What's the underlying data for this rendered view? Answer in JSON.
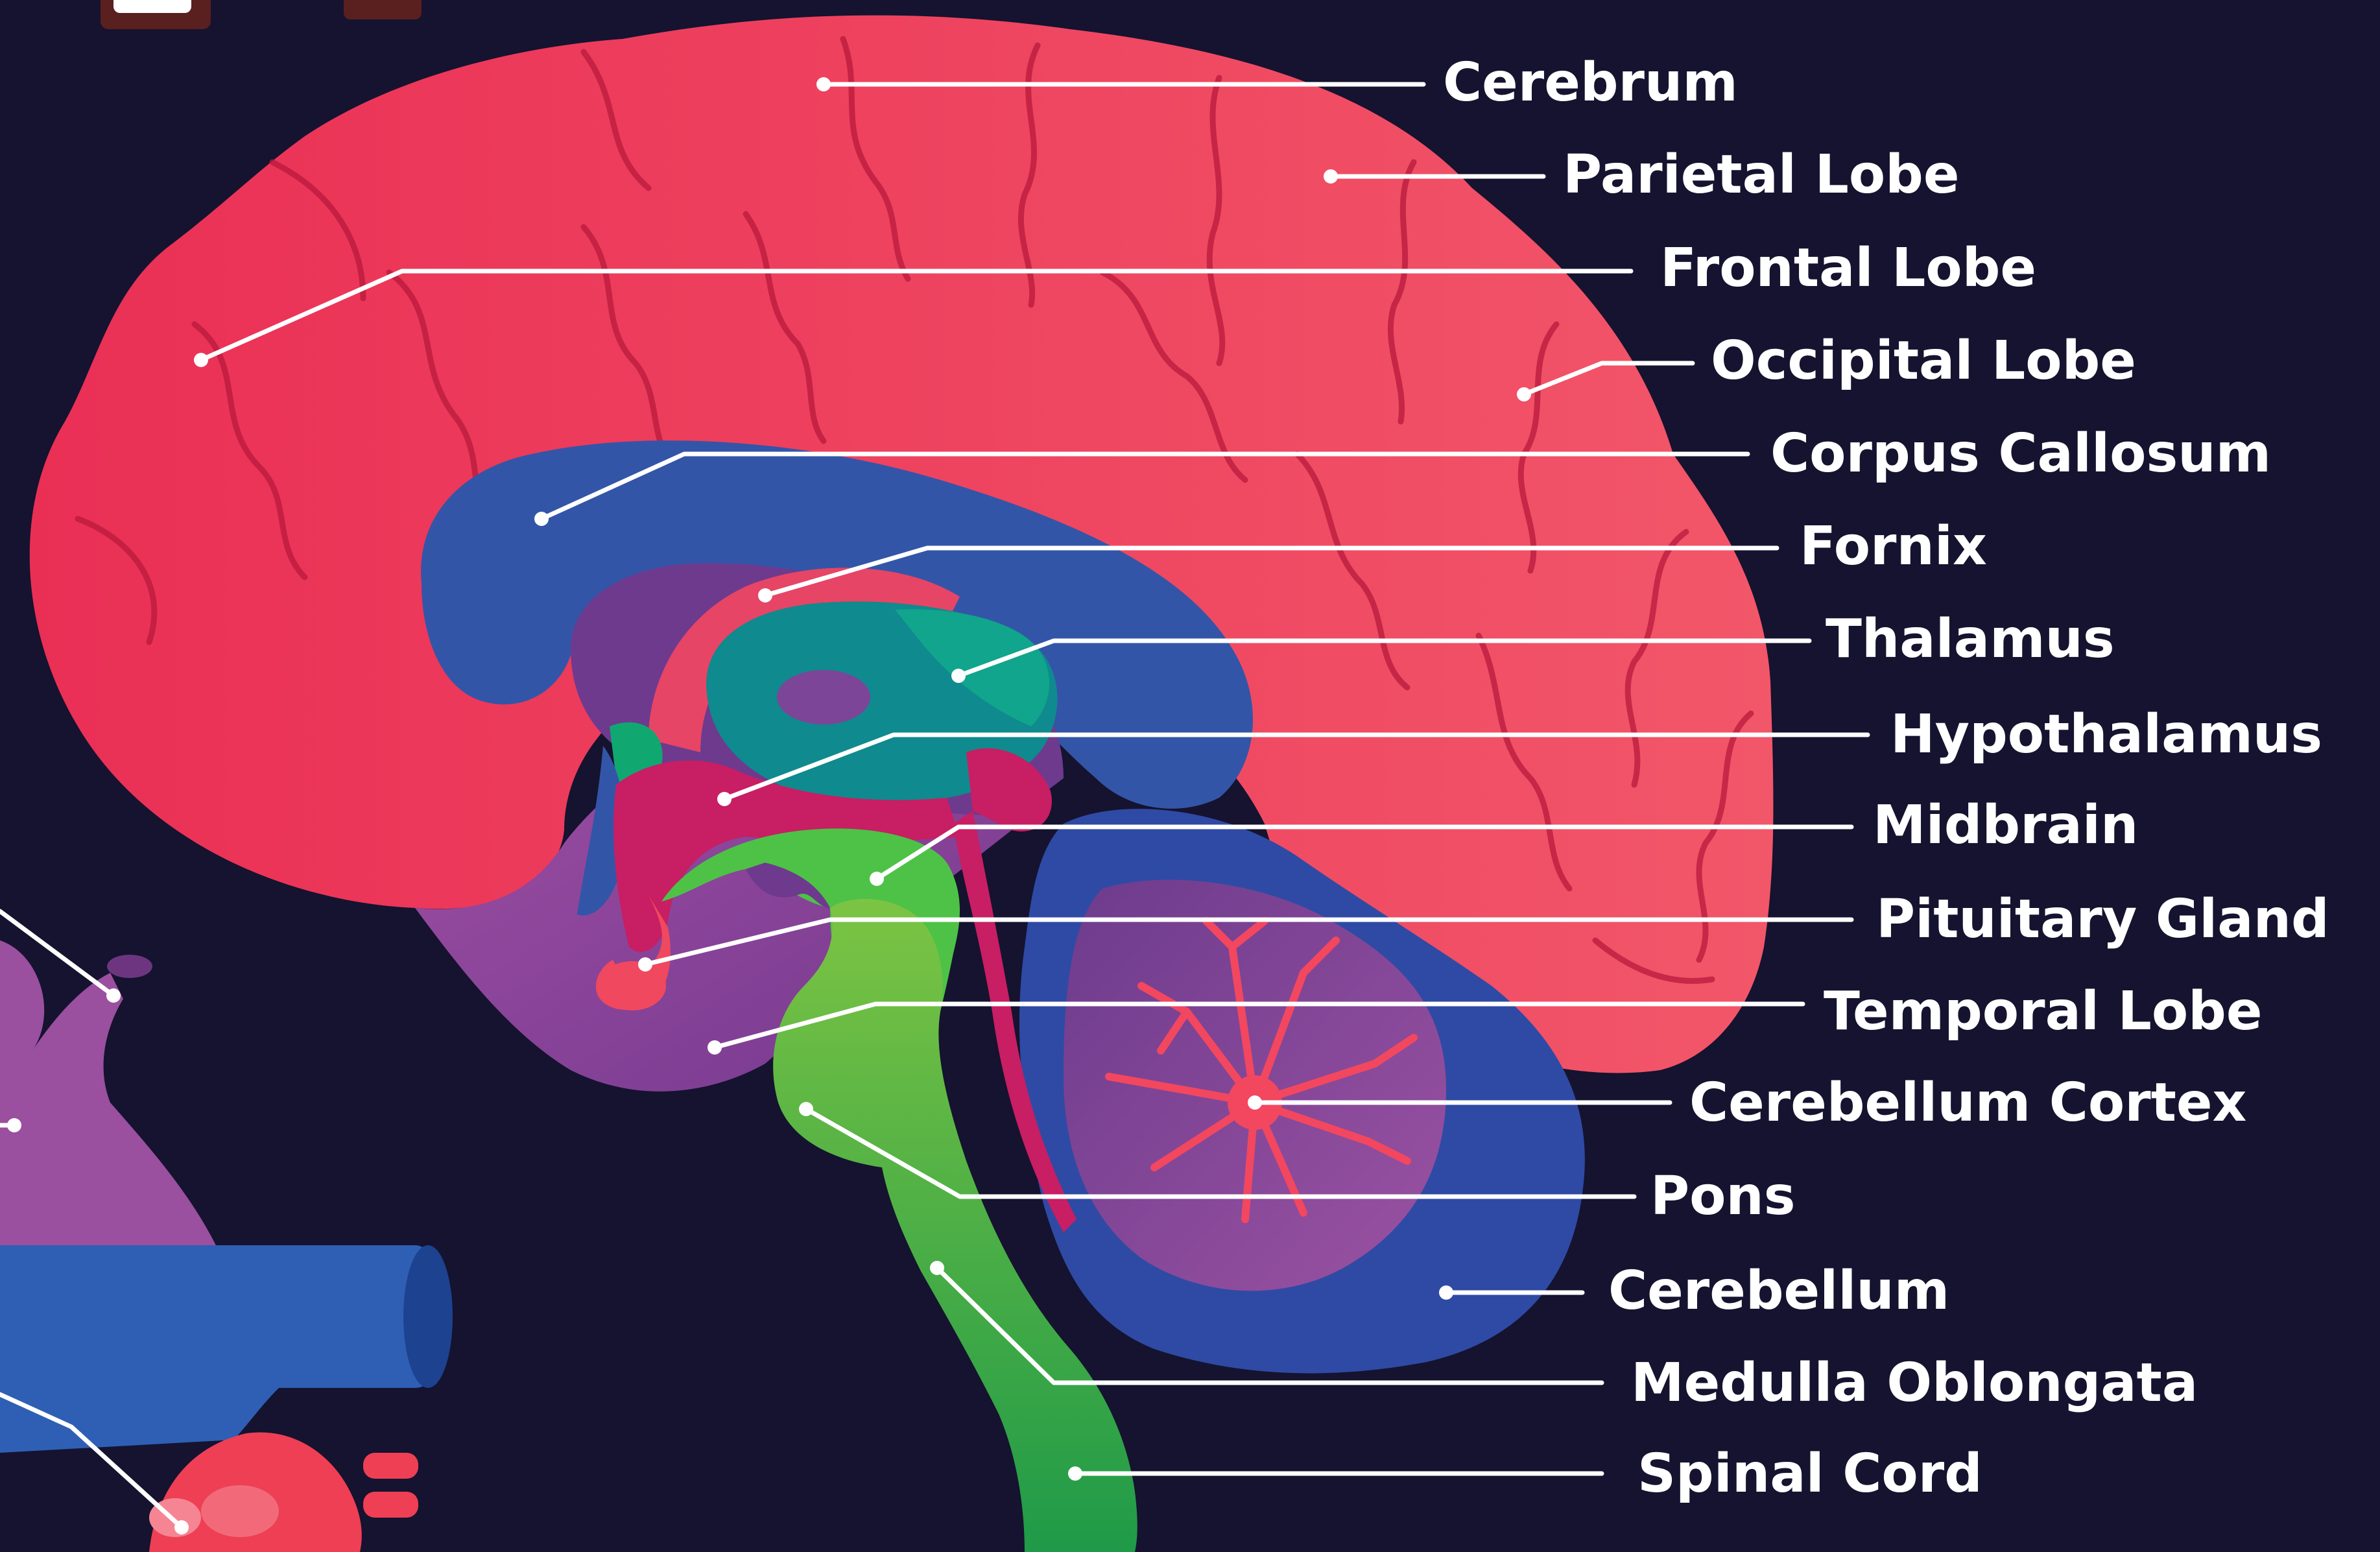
{
  "labels": [
    "Cerebrum",
    "Parietal Lobe",
    "Frontal Lobe",
    "Occipital Lobe",
    "Corpus Callosum",
    "Fornix",
    "Thalamus",
    "Hypothalamus",
    "Midbrain",
    "Pituitary Gland",
    "Temporal Lobe",
    "Cerebellum Cortex",
    "Pons",
    "Cerebellum",
    "Medulla Oblongata",
    "Spinal Cord"
  ],
  "colors": {
    "background": "#15132f",
    "cerebrum": "#ef4059",
    "corpus_callosum": "#3355a8",
    "fornix": "#e64565",
    "thalamus": "#0f8a8e",
    "hypothalamus": "#c81e63",
    "midbrain": "#4dc247",
    "brainstem": "#3cb449",
    "cerebellum": "#2f4aa4",
    "cerebellum_cortex": "#8f4a9c",
    "temporal_region": "#8a4a9e",
    "heart": "#9a4f9f",
    "vessel": "#2e5fb4",
    "leader_lines": "#ffffff"
  }
}
